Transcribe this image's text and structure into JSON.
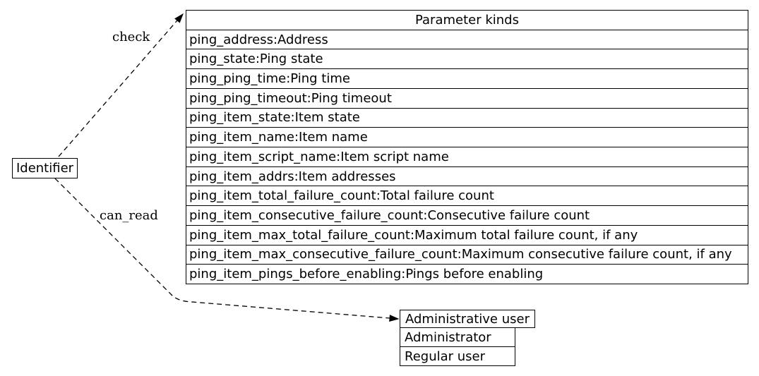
{
  "nodes": {
    "identifier": {
      "label": "Identifier"
    },
    "parameter_kinds": {
      "title": "Parameter kinds",
      "rows": [
        "ping_address:Address",
        "ping_state:Ping state",
        "ping_ping_time:Ping time",
        "ping_ping_timeout:Ping timeout",
        "ping_item_state:Item state",
        "ping_item_name:Item name",
        "ping_item_script_name:Item script name",
        "ping_item_addrs:Item addresses",
        "ping_item_total_failure_count:Total failure count",
        "ping_item_consecutive_failure_count:Consecutive failure count",
        "ping_item_max_total_failure_count:Maximum total failure count, if any",
        "ping_item_max_consecutive_failure_count:Maximum consecutive failure count, if any",
        "ping_item_pings_before_enabling:Pings before enabling"
      ]
    },
    "administrative_user": {
      "title": "Administrative user",
      "rows": [
        "Administrator",
        "Regular user"
      ]
    }
  },
  "edges": [
    {
      "label": "check",
      "from": "Identifier",
      "to": "Parameter kinds",
      "style": "dashed-arrow"
    },
    {
      "label": "can_read",
      "from": "Identifier",
      "to": "Administrative user",
      "style": "dashed-arrow"
    }
  ],
  "colors": {
    "background": "#ffffff",
    "stroke": "#000000",
    "text": "#000000"
  }
}
